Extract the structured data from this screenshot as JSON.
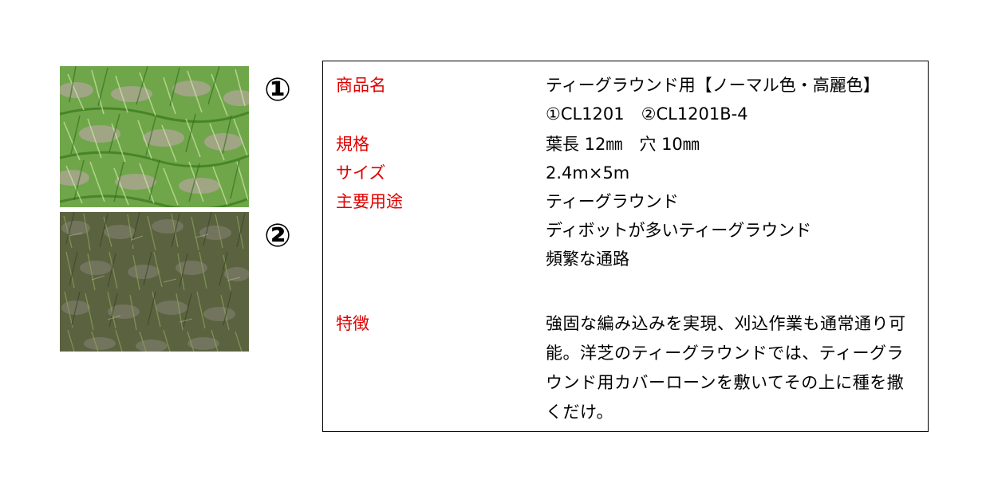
{
  "images": {
    "item1": {
      "marker": "①",
      "description_icon": "artificial-turf-green-photo"
    },
    "item2": {
      "marker": "②",
      "description_icon": "artificial-turf-dark-photo"
    }
  },
  "spec": {
    "product_name": {
      "label": "商品名",
      "line1": "ティーグラウンド用【ノーマル色・高麗色】",
      "line2": "①CL1201　②CL1201B-4"
    },
    "standard": {
      "label": "規格",
      "value": "葉長 12㎜　穴 10㎜"
    },
    "size": {
      "label": "サイズ",
      "value": "2.4m×5m"
    },
    "main_use": {
      "label": "主要用途",
      "line1": "ティーグラウンド",
      "line2": "ディボットが多いティーグラウンド",
      "line3": "頻繁な通路"
    },
    "features": {
      "label": "特徴",
      "value": "強固な編み込みを実現、刈込作業も通常通り可能。洋芝のティーグラウンドでは、ティーグラウンド用カバーローンを敷いてその上に種を撒くだけ。"
    }
  },
  "colors": {
    "label": "#e00000",
    "text": "#000000",
    "turf_green": "#5a9a3a",
    "turf_dark": "#4a5a34"
  }
}
